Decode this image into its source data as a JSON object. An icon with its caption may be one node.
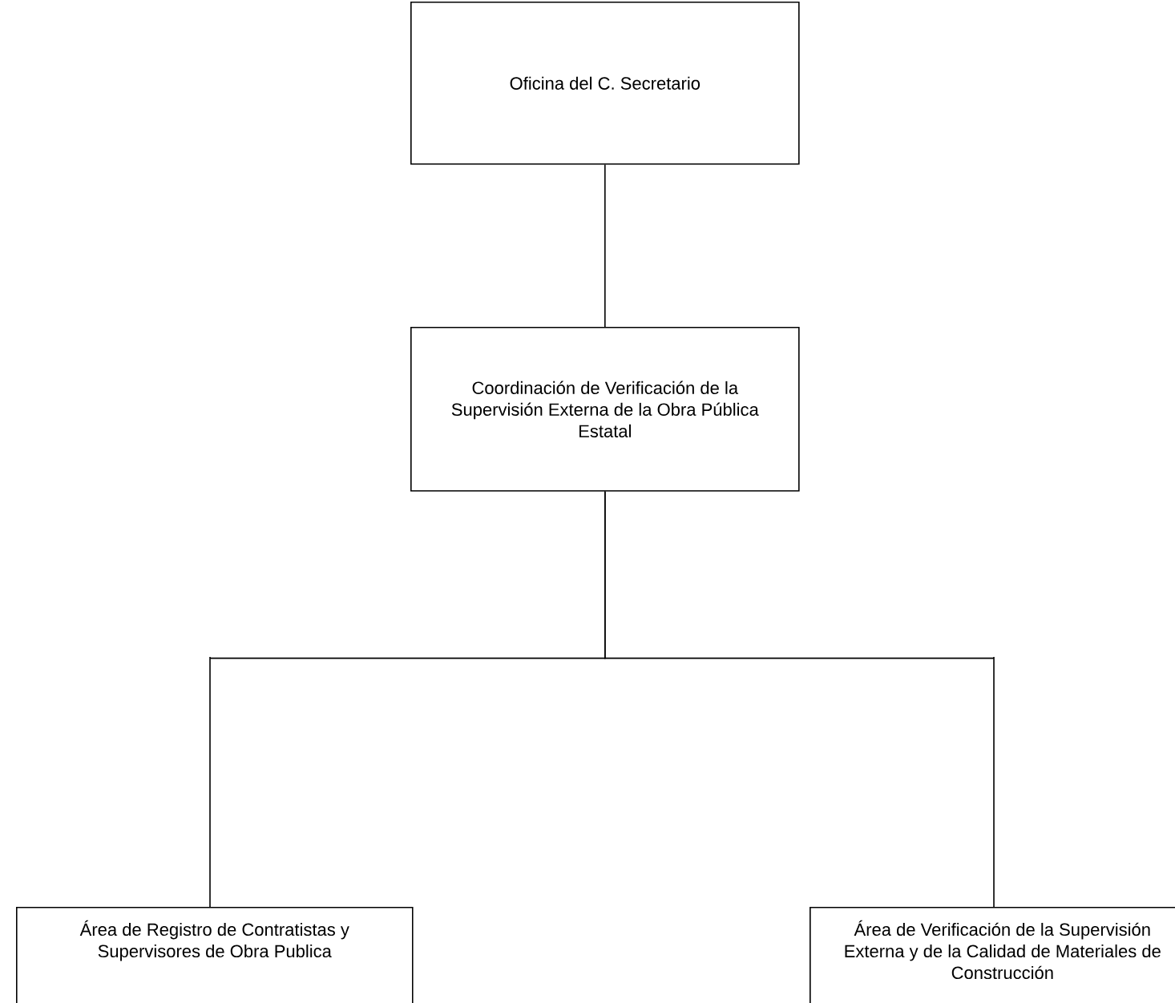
{
  "diagram": {
    "nodes": [
      {
        "text": [
          "Oficina del C. Secretario"
        ]
      },
      {
        "text": [
          "Coordinación de Verificación de la Supervisión Externa de la Obra Pública Estatal"
        ]
      },
      {
        "text": [
          "Área de Registro de Contratistas y Supervisores de Obra Publica"
        ]
      },
      {
        "text": [
          "Área de Verificación de la Supervisión Externa y de la Calidad de Materiales de Construcción"
        ]
      }
    ],
    "edges": [
      {
        "from": 0,
        "to": 1,
        "arrow": "none"
      },
      {
        "from": 1,
        "to": 2,
        "arrow": "none"
      },
      {
        "from": 1,
        "to": 3,
        "arrow": "none"
      }
    ]
  }
}
